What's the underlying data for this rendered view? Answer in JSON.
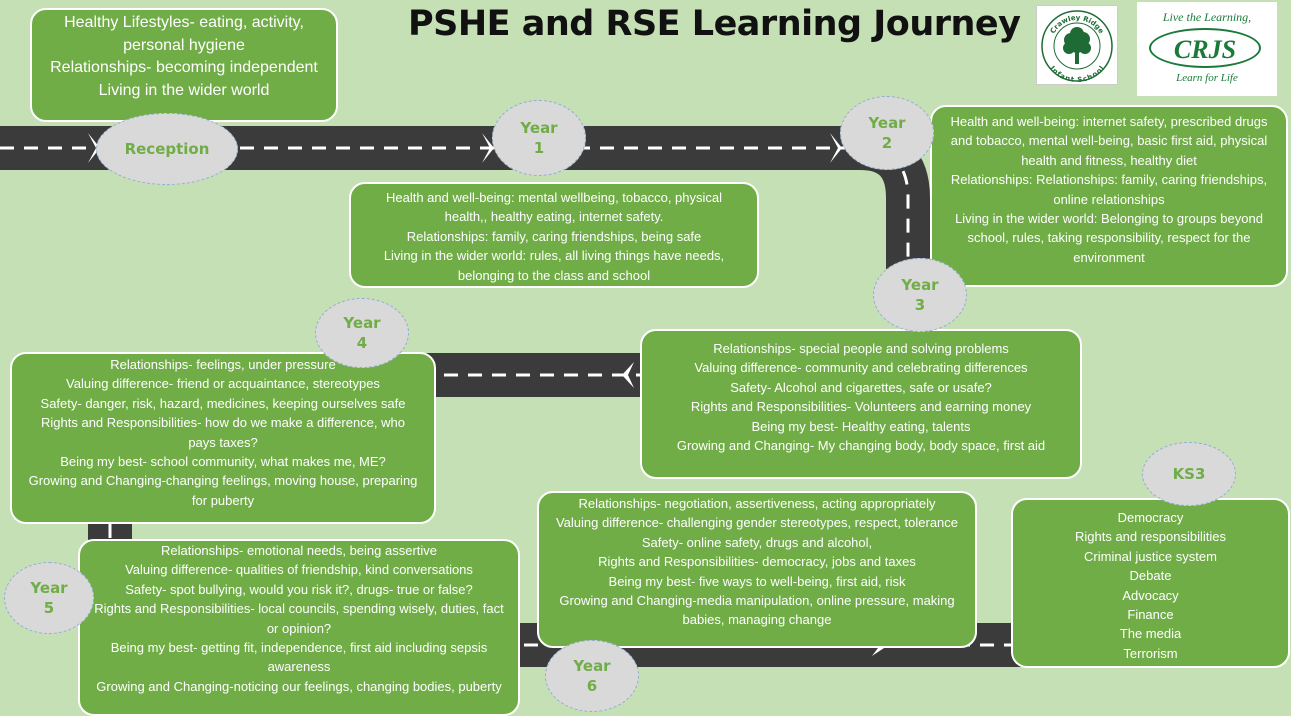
{
  "title": "PSHE and RSE Learning Journey",
  "logos": {
    "crawley_ridge": {
      "top_text": "Crawley Ridge",
      "bottom_text": "Infant School"
    },
    "crjs": {
      "top_text": "Live the Learning,",
      "main_text": "CRJS",
      "bottom_text": "Learn for Life"
    }
  },
  "stages": {
    "reception": {
      "label_line1": "Reception",
      "label_line2": ""
    },
    "year1": {
      "label_line1": "Year",
      "label_line2": "1"
    },
    "year2": {
      "label_line1": "Year",
      "label_line2": "2"
    },
    "year3": {
      "label_line1": "Year",
      "label_line2": "3"
    },
    "year4": {
      "label_line1": "Year",
      "label_line2": "4"
    },
    "year5": {
      "label_line1": "Year",
      "label_line2": "5"
    },
    "year6": {
      "label_line1": "Year",
      "label_line2": "6"
    },
    "ks3": {
      "label_line1": "KS3",
      "label_line2": ""
    }
  },
  "boxes": {
    "reception": [
      "Healthy Lifestyles- eating, activity, personal hygiene",
      "Relationships- becoming independent",
      "Living in the wider world"
    ],
    "year1": [
      "Health and well-being: mental wellbeing, tobacco, physical health,, healthy eating, internet safety.",
      "Relationships: family, caring friendships, being safe",
      "Living in the wider world: rules, all living things have needs, belonging to the class and school"
    ],
    "year2": [
      "Health and well-being:  internet safety, prescribed drugs and tobacco, mental well-being, basic first aid, physical health and fitness, healthy diet",
      "Relationships: Relationships: family, caring friendships, online relationships",
      "Living in the wider world: Belonging to groups beyond school, rules, taking responsibility, respect for the environment"
    ],
    "year3": [
      "Relationships- special people and solving problems",
      "Valuing difference- community and celebrating differences",
      "Safety- Alcohol and cigarettes, safe or usafe?",
      "Rights and Responsibilities- Volunteers and earning money",
      "Being my best- Healthy eating, talents",
      "Growing and Changing- My changing body, body space, first aid"
    ],
    "year4": [
      "Relationships- feelings, under pressure",
      "Valuing difference- friend or acquaintance, stereotypes",
      "Safety- danger, risk, hazard, medicines, keeping ourselves safe",
      "Rights and Responsibilities- how do we make a difference, who pays taxes?",
      "Being my best- school community, what makes me, ME?",
      "Growing and Changing-changing feelings, moving house, preparing for puberty"
    ],
    "year5": [
      "Relationships- emotional needs, being assertive",
      "Valuing difference- qualities of friendship, kind conversations",
      "Safety- spot bullying, would you risk it?, drugs- true or false?",
      "Rights and Responsibilities- local councils, spending wisely, duties, fact or opinion?",
      "Being my best- getting fit, independence, first aid including sepsis awareness",
      "Growing and Changing-noticing our feelings, changing bodies, puberty"
    ],
    "year6": [
      "Relationships- negotiation, assertiveness, acting appropriately",
      "Valuing difference- challenging gender stereotypes, respect, tolerance",
      "Safety- online safety, drugs and alcohol,",
      "Rights and Responsibilities- democracy, jobs and taxes",
      "Being my best- five ways to well-being, first aid, risk",
      "Growing and Changing-media manipulation, online pressure, making babies, managing change"
    ],
    "ks3": [
      "Democracy",
      "Rights and responsibilities",
      "Criminal justice system",
      "Debate",
      "Advocacy",
      "Finance",
      "The media",
      "Terrorism"
    ]
  }
}
